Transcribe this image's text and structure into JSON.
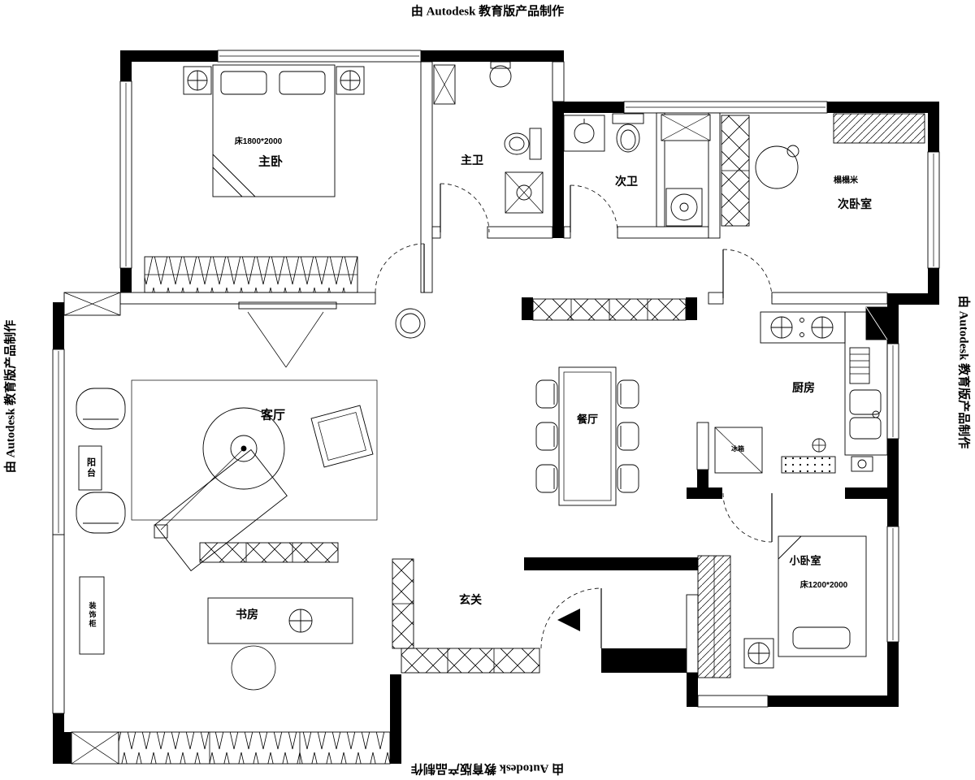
{
  "watermark": {
    "text": "由 Autodesk 教育版产品制作"
  },
  "rooms": {
    "master_bedroom": {
      "label": "主卧",
      "bed_label": "床1800*2000"
    },
    "master_bath": {
      "label": "主卫"
    },
    "second_bath": {
      "label": "次卫"
    },
    "second_bedroom": {
      "label": "次卧室",
      "tatami_label": "榻榻米"
    },
    "living_room": {
      "label": "客厅"
    },
    "dining_room": {
      "label": "餐厅"
    },
    "kitchen": {
      "label": "厨房",
      "fridge_label": "冰箱"
    },
    "study": {
      "label": "书房",
      "cabinet_label": "装饰柜"
    },
    "entry": {
      "label": "玄关"
    },
    "small_bedroom": {
      "label": "小卧室",
      "bed_label": "床1200*2000"
    },
    "balcony": {
      "label": "阳台"
    }
  }
}
